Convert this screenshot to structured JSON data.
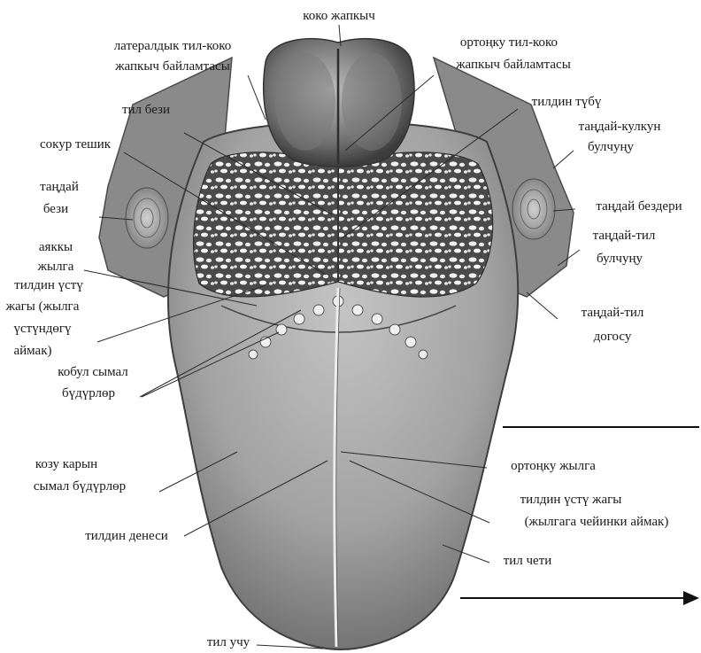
{
  "labels": {
    "koko_zhapkych": "коко жапкыч",
    "lateral_1": "латералдык тил-коко",
    "lateral_2": "жапкыч байламтасы",
    "median_1": "ортоңку тил-коко",
    "median_2": "жапкыч байламтасы",
    "til_bezi": "тил бези",
    "tilin_tubu": "тилдин түбү",
    "sokur_teshik": "сокур тешик",
    "palatopharyngeal_1": "таңдай-кулкун",
    "palatopharyngeal_2": "булчуңу",
    "tonsil_1": "таңдай",
    "tonsil_2": "бези",
    "tandai_bezderi": "таңдай бездери",
    "palatoglossus_1": "таңдай-тил",
    "palatoglossus_2": "булчуңу",
    "terminal_1": "аяккы",
    "terminal_2": "жылга",
    "dorsum_post_1": "тилдин үстү",
    "dorsum_post_2": "жагы (жылга",
    "dorsum_post_3": "үстүндөгү",
    "dorsum_post_4": "аймак)",
    "arch_1": "таңдай-тил",
    "arch_2": "догосу",
    "vallate_1": "кобул сымал",
    "vallate_2": "бүдүрлөр",
    "fungiform_1": "козу карын",
    "fungiform_2": "сымал бүдүрлөр",
    "median_sulcus": "ортоңку жылга",
    "dorsum_ant_1": "тилдин үстү жагы",
    "dorsum_ant_2": "(жылгага чейинки аймак)",
    "tilin_denesi": "тилдин денеси",
    "til_cheti": "тил чети",
    "til_uchu": "тил учу"
  }
}
